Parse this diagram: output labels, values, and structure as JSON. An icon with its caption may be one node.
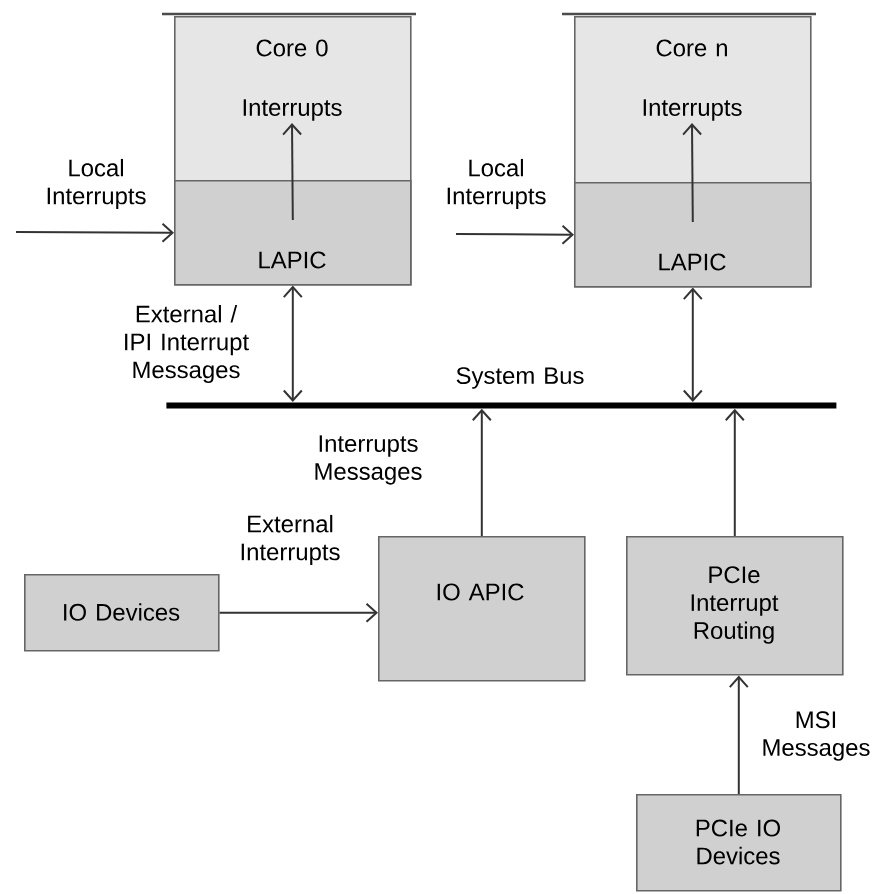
{
  "diagram": {
    "nodes": [
      {
        "text": [
          "Core 0"
        ]
      },
      {
        "text": [
          "LAPIC"
        ],
        "in": 0
      },
      {
        "text": [
          "Interrupts"
        ],
        "in": 0
      },
      {
        "text": [
          "Core n"
        ]
      },
      {
        "text": [
          "LAPIC"
        ],
        "in": 3
      },
      {
        "text": [
          "Interrupts"
        ],
        "in": 3
      },
      {
        "text": [
          "System Bus"
        ]
      },
      {
        "text": [
          "IO Devices"
        ]
      },
      {
        "text": [
          "IO APIC"
        ]
      },
      {
        "text": [
          "PCIe Interrupt Routing"
        ]
      },
      {
        "text": [
          "PCIe IO Devices"
        ]
      }
    ],
    "edges": [
      {
        "from": null,
        "to": 1,
        "arrow": "to",
        "label": "Local Interrupts"
      },
      {
        "from": 1,
        "to": 2,
        "arrow": "to"
      },
      {
        "from": 1,
        "to": 6,
        "arrow": "both",
        "label": "External / IPI Interrupt Messages"
      },
      {
        "from": null,
        "to": 4,
        "arrow": "to",
        "label": "Local Interrupts"
      },
      {
        "from": 4,
        "to": 5,
        "arrow": "to"
      },
      {
        "from": 4,
        "to": 6,
        "arrow": "both"
      },
      {
        "from": 8,
        "to": 6,
        "arrow": "to",
        "label": "Interrupts Messages"
      },
      {
        "from": 9,
        "to": 6,
        "arrow": "to"
      },
      {
        "from": 7,
        "to": 8,
        "arrow": "to",
        "label": "External Interrupts"
      },
      {
        "from": 10,
        "to": 9,
        "arrow": "to",
        "label": "MSI Messages"
      }
    ]
  }
}
